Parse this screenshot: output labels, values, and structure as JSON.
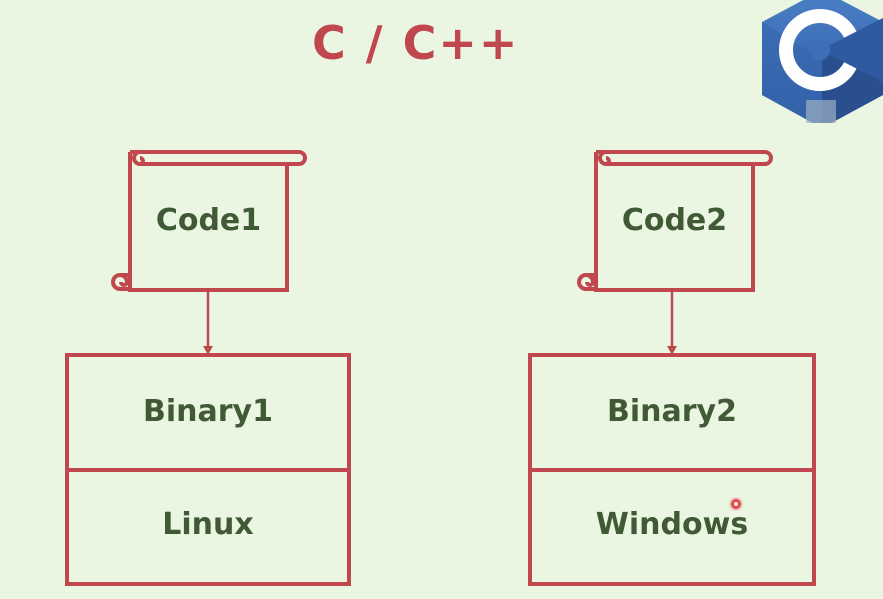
{
  "title": "C / C++",
  "logo": {
    "icon": "c-language-logo-icon",
    "colors": [
      "#3c6fb8",
      "#2f5aa0",
      "#1f3f78"
    ]
  },
  "nodes": {
    "code1": "Code1",
    "code2": "Code2",
    "binary1": "Binary1",
    "binary2": "Binary2",
    "os1": "Linux",
    "os2": "Windows"
  },
  "colors": {
    "stroke": "#c0474d",
    "text": "#3f5a35",
    "background": "#eaf6e2"
  }
}
